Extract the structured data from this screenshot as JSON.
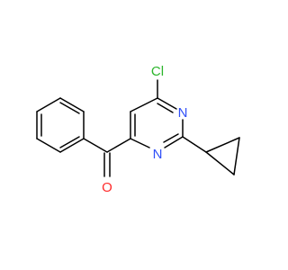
{
  "molecule": {
    "atoms": {
      "chlorine": "Cl",
      "nitrogen_1": "N",
      "nitrogen_3": "N",
      "oxygen": "O"
    },
    "colors": {
      "bond": "#000000",
      "chlorine": "#2bb52b",
      "nitrogen": "#3050f8",
      "oxygen": "#ff2a2a"
    }
  }
}
